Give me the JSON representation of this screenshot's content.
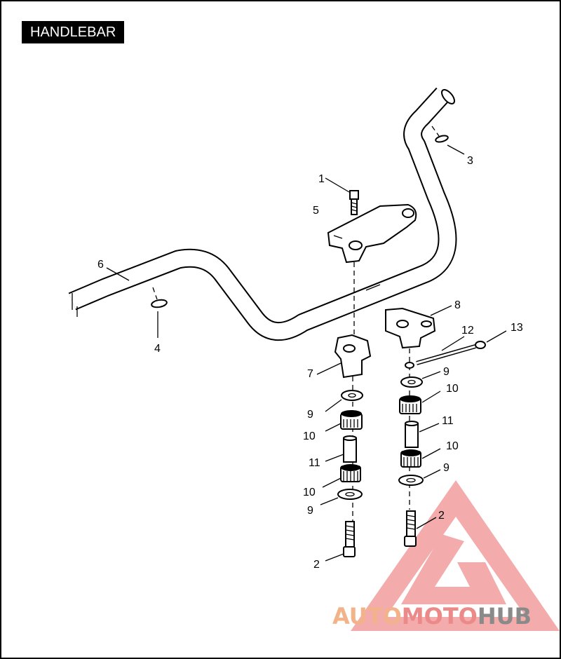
{
  "title": "HANDLEBAR",
  "callouts": {
    "c1": "1",
    "c2a": "2",
    "c2b": "2",
    "c3": "3",
    "c4": "4",
    "c5": "5",
    "c6": "6",
    "c7": "7",
    "c8": "8",
    "c9a": "9",
    "c9b": "9",
    "c9c": "9",
    "c9d": "9",
    "c10a": "10",
    "c10b": "10",
    "c10c": "10",
    "c10d": "10",
    "c11a": "11",
    "c11b": "11",
    "c12": "12",
    "c13": "13"
  },
  "watermark": {
    "brand_auto": "AUTO",
    "brand_moto": "MOTO",
    "brand_hub": "HUB",
    "colors": {
      "auto": "#f3b38a",
      "moto": "#ec8a8a",
      "hub": "#8a8a8a"
    }
  }
}
